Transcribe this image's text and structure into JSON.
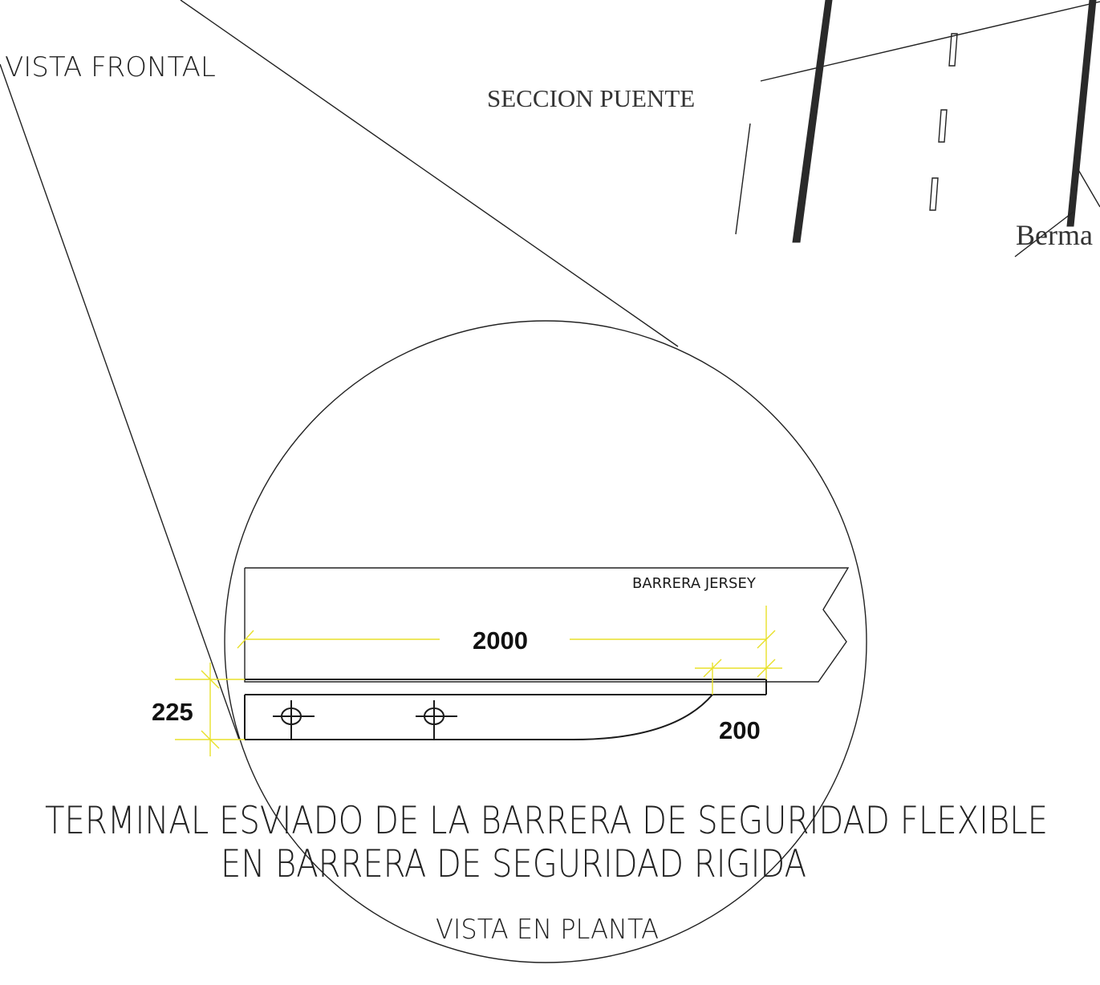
{
  "labels": {
    "vista_frontal": "VISTA FRONTAL",
    "seccion_puente": "SECCION PUENTE",
    "berma": "Berma",
    "barrera_jersey": "BARRERA JERSEY",
    "title_line1": "TERMINAL ESVIADO DE LA BARRERA DE SEGURIDAD FLEXIBLE",
    "title_line2": "EN BARRERA DE SEGURIDAD RIGIDA",
    "vista_en_planta": "VISTA EN PLANTA"
  },
  "dimensions": {
    "length": "2000",
    "offset": "200",
    "width": "225"
  },
  "colors": {
    "line": "#1a1a1a",
    "dimension": "#e8e02a"
  }
}
